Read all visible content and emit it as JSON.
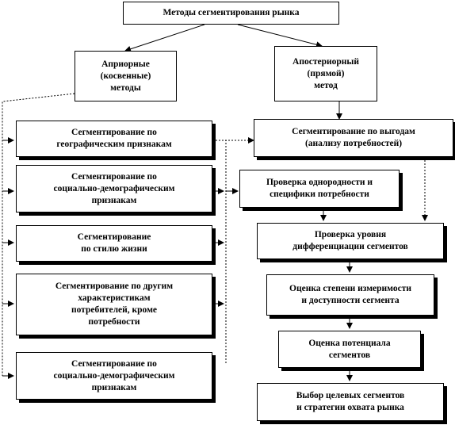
{
  "diagram": {
    "title": "Методы сегментирования рынка",
    "apriori": {
      "lines": [
        "Априорные",
        "(косвенные)",
        "методы"
      ]
    },
    "aposteriori": {
      "lines": [
        "Апостериорный",
        "(прямой)",
        "метод"
      ]
    },
    "left_boxes": [
      {
        "lines": [
          "Сегментирование по",
          "географическим  признакам"
        ]
      },
      {
        "lines": [
          "Сегментирование по",
          "социально-демографическим",
          "признакам"
        ]
      },
      {
        "lines": [
          "Сегментирование",
          "по стилю жизни"
        ]
      },
      {
        "lines": [
          "Сегментирование по другим",
          "характеристикам",
          "потребителей, кроме",
          "потребности"
        ]
      },
      {
        "lines": [
          "Сегментирование по",
          "социально-демографическим",
          "признакам"
        ]
      }
    ],
    "benefit": {
      "lines": [
        "Сегментирование по выгодам",
        "(анализу потребностей)"
      ]
    },
    "homogeneity": {
      "lines": [
        "Проверка однородности и",
        "специфики потребности"
      ]
    },
    "right_chain": [
      {
        "lines": [
          "Проверка уровня",
          "дифференциации сегментов"
        ]
      },
      {
        "lines": [
          "Оценка степени измеримости",
          "и доступности сегмента"
        ]
      },
      {
        "lines": [
          "Оценка потенциала",
          "сегментов"
        ]
      },
      {
        "lines": [
          "Выбор целевых сегментов",
          "и стратегии охвата рынка"
        ]
      }
    ]
  }
}
